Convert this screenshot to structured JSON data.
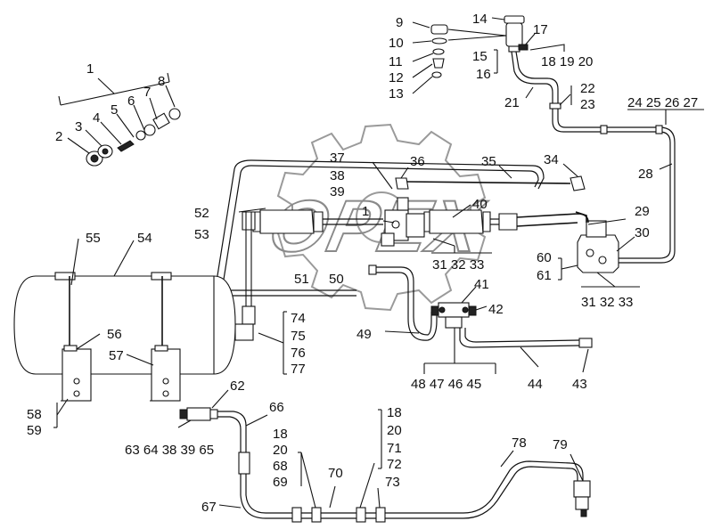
{
  "watermark": "OPEX",
  "callouts": [
    {
      "id": "c1",
      "text": "1"
    },
    {
      "id": "c2",
      "text": "2"
    },
    {
      "id": "c3",
      "text": "3"
    },
    {
      "id": "c4",
      "text": "4"
    },
    {
      "id": "c5",
      "text": "5"
    },
    {
      "id": "c6",
      "text": "6"
    },
    {
      "id": "c7",
      "text": "7"
    },
    {
      "id": "c8",
      "text": "8"
    },
    {
      "id": "c9",
      "text": "9"
    },
    {
      "id": "c10",
      "text": "10"
    },
    {
      "id": "c11",
      "text": "11"
    },
    {
      "id": "c12",
      "text": "12"
    },
    {
      "id": "c13",
      "text": "13"
    },
    {
      "id": "c14",
      "text": "14"
    },
    {
      "id": "c15",
      "text": "15"
    },
    {
      "id": "c16",
      "text": "16"
    },
    {
      "id": "c17",
      "text": "17"
    },
    {
      "id": "c181920",
      "text": "18 19 20"
    },
    {
      "id": "c21",
      "text": "21"
    },
    {
      "id": "c22",
      "text": "22"
    },
    {
      "id": "c23",
      "text": "23"
    },
    {
      "id": "c24_27",
      "text": "24 25 26 27"
    },
    {
      "id": "c28",
      "text": "28"
    },
    {
      "id": "c29",
      "text": "29"
    },
    {
      "id": "c30",
      "text": "30"
    },
    {
      "id": "c34",
      "text": "34"
    },
    {
      "id": "c35",
      "text": "35"
    },
    {
      "id": "c36",
      "text": "36"
    },
    {
      "id": "c37",
      "text": "37"
    },
    {
      "id": "c38",
      "text": "38"
    },
    {
      "id": "c39",
      "text": "39"
    },
    {
      "id": "c40",
      "text": "40"
    },
    {
      "id": "c1b",
      "text": "1"
    },
    {
      "id": "c313233a",
      "text": "31 32 33"
    },
    {
      "id": "c313233b",
      "text": "31 32 33"
    },
    {
      "id": "c60",
      "text": "60"
    },
    {
      "id": "c61",
      "text": "61"
    },
    {
      "id": "c41",
      "text": "41"
    },
    {
      "id": "c42",
      "text": "42"
    },
    {
      "id": "c43",
      "text": "43"
    },
    {
      "id": "c44",
      "text": "44"
    },
    {
      "id": "c48_45",
      "text": "48 47 46 45"
    },
    {
      "id": "c49",
      "text": "49"
    },
    {
      "id": "c50",
      "text": "50"
    },
    {
      "id": "c51",
      "text": "51"
    },
    {
      "id": "c52",
      "text": "52"
    },
    {
      "id": "c53",
      "text": "53"
    },
    {
      "id": "c54",
      "text": "54"
    },
    {
      "id": "c55",
      "text": "55"
    },
    {
      "id": "c56",
      "text": "56"
    },
    {
      "id": "c57",
      "text": "57"
    },
    {
      "id": "c58",
      "text": "58"
    },
    {
      "id": "c59",
      "text": "59"
    },
    {
      "id": "c74",
      "text": "74"
    },
    {
      "id": "c75",
      "text": "75"
    },
    {
      "id": "c76",
      "text": "76"
    },
    {
      "id": "c77",
      "text": "77"
    },
    {
      "id": "c62",
      "text": "62"
    },
    {
      "id": "c66",
      "text": "66"
    },
    {
      "id": "c63_65",
      "text": "63 64 38 39 65"
    },
    {
      "id": "c18a",
      "text": "18"
    },
    {
      "id": "c20a",
      "text": "20"
    },
    {
      "id": "c68",
      "text": "68"
    },
    {
      "id": "c69",
      "text": "69"
    },
    {
      "id": "c70",
      "text": "70"
    },
    {
      "id": "c18b",
      "text": "18"
    },
    {
      "id": "c20b",
      "text": "20"
    },
    {
      "id": "c71",
      "text": "71"
    },
    {
      "id": "c72",
      "text": "72"
    },
    {
      "id": "c73",
      "text": "73"
    },
    {
      "id": "c67",
      "text": "67"
    },
    {
      "id": "c78",
      "text": "78"
    },
    {
      "id": "c79",
      "text": "79"
    }
  ]
}
